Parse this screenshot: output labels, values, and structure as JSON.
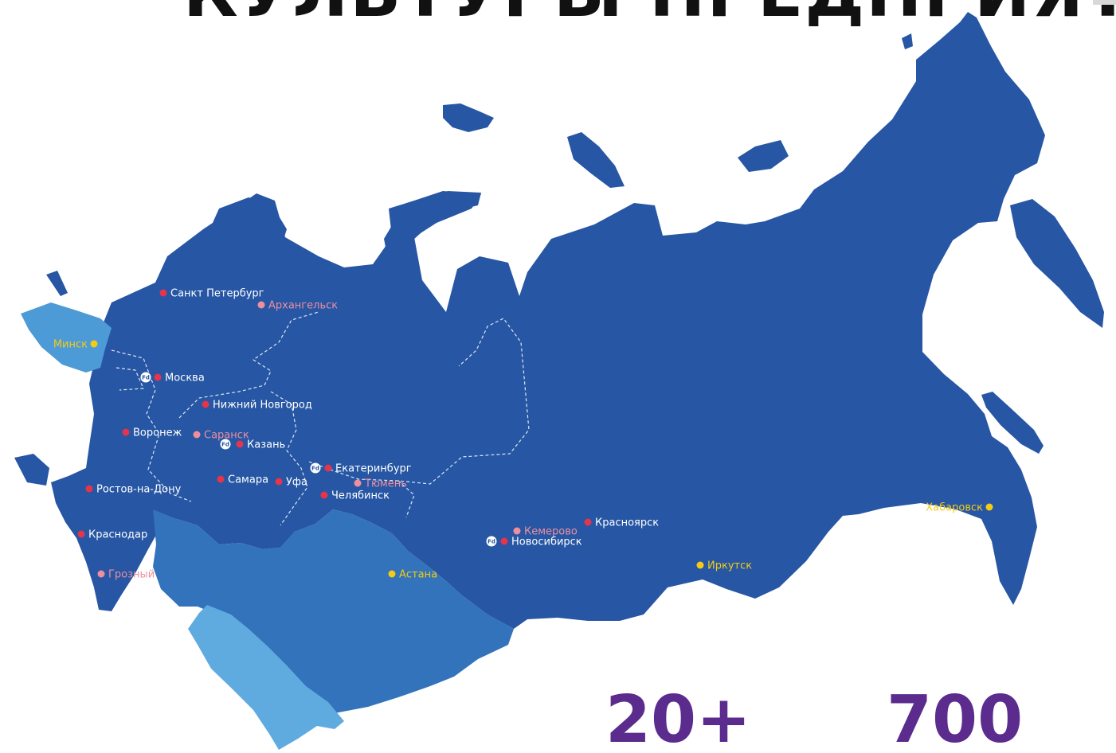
{
  "heading": "КУЛЬТУРЫ ПРЕДПРИЯТИЯ",
  "colors": {
    "russia": "#2656a4",
    "kazakhstan": "#3273bb",
    "belarus": "#4d9bd6",
    "uzbekistan": "#5fabe0",
    "border": "#ffffff",
    "city_red": "#e5344b",
    "city_pink": "#ee8f9e",
    "city_yellow": "#f4cb16",
    "label_white": "#ffffff",
    "stat_purple": "#5b2c8e"
  },
  "stats": [
    {
      "value": "20+"
    },
    {
      "value": "700"
    }
  ],
  "fd_badge": "Fd",
  "cities": [
    {
      "name": "Санкт Петербург",
      "kind": "red"
    },
    {
      "name": "Архангельск",
      "kind": "pink"
    },
    {
      "name": "Минск",
      "kind": "yellow"
    },
    {
      "name": "Москва",
      "kind": "red",
      "fd": true
    },
    {
      "name": "Нижний Новгород",
      "kind": "red"
    },
    {
      "name": "Воронеж",
      "kind": "red"
    },
    {
      "name": "Саранск",
      "kind": "pink"
    },
    {
      "name": "Казань",
      "kind": "red",
      "fd": true
    },
    {
      "name": "Екатеринбург",
      "kind": "red",
      "fd": true
    },
    {
      "name": "Самара",
      "kind": "red"
    },
    {
      "name": "Уфа",
      "kind": "red"
    },
    {
      "name": "Тюмень",
      "kind": "pink"
    },
    {
      "name": "Ростов-на-Дону",
      "kind": "red"
    },
    {
      "name": "Челябинск",
      "kind": "red"
    },
    {
      "name": "Краснодар",
      "kind": "red"
    },
    {
      "name": "Красноярск",
      "kind": "red"
    },
    {
      "name": "Кемерово",
      "kind": "pink"
    },
    {
      "name": "Новосибирск",
      "kind": "red",
      "fd": true
    },
    {
      "name": "Хабаровск",
      "kind": "yellow"
    },
    {
      "name": "Грозный",
      "kind": "pink"
    },
    {
      "name": "Астана",
      "kind": "yellow"
    },
    {
      "name": "Иркутск",
      "kind": "yellow"
    }
  ]
}
